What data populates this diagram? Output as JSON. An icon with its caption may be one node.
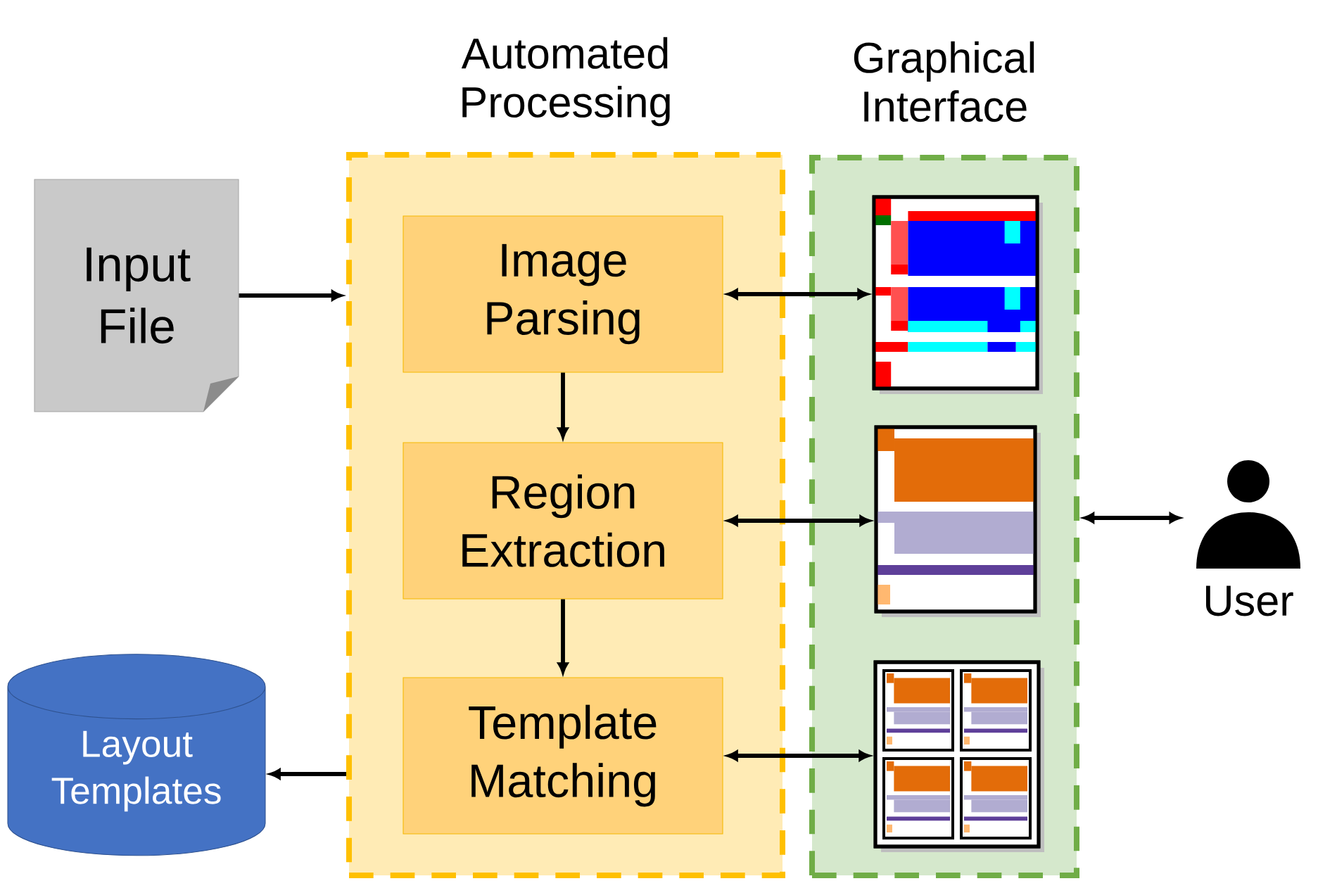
{
  "diagram": {
    "nodes": [
      {
        "text": [
          "Input File"
        ]
      },
      {
        "text": [
          "Automated Processing"
        ]
      },
      {
        "text": [
          "Image Parsing"
        ],
        "in": 1
      },
      {
        "text": [
          "Region Extraction"
        ],
        "in": 1
      },
      {
        "text": [
          "Template Matching"
        ],
        "in": 1
      },
      {
        "text": [
          "Graphical Interface"
        ]
      },
      {
        "text": [],
        "shape": "picture",
        "in": 5
      },
      {
        "text": [],
        "shape": "picture",
        "in": 5
      },
      {
        "text": [],
        "shape": "picture",
        "in": 5
      },
      {
        "text": [
          "User"
        ]
      },
      {
        "text": [
          "Layout Templates"
        ]
      }
    ],
    "edges": [
      {
        "from": 0,
        "to": 1,
        "arrow": "to"
      },
      {
        "from": 2,
        "to": 3,
        "arrow": "to"
      },
      {
        "from": 3,
        "to": 4,
        "arrow": "to"
      },
      {
        "from": 2,
        "to": 6,
        "arrow": "both"
      },
      {
        "from": 3,
        "to": 7,
        "arrow": "both"
      },
      {
        "from": 4,
        "to": 8,
        "arrow": "both"
      },
      {
        "from": 5,
        "to": 9,
        "arrow": "both"
      },
      {
        "from": 1,
        "to": 10,
        "arrow": "to"
      }
    ]
  }
}
